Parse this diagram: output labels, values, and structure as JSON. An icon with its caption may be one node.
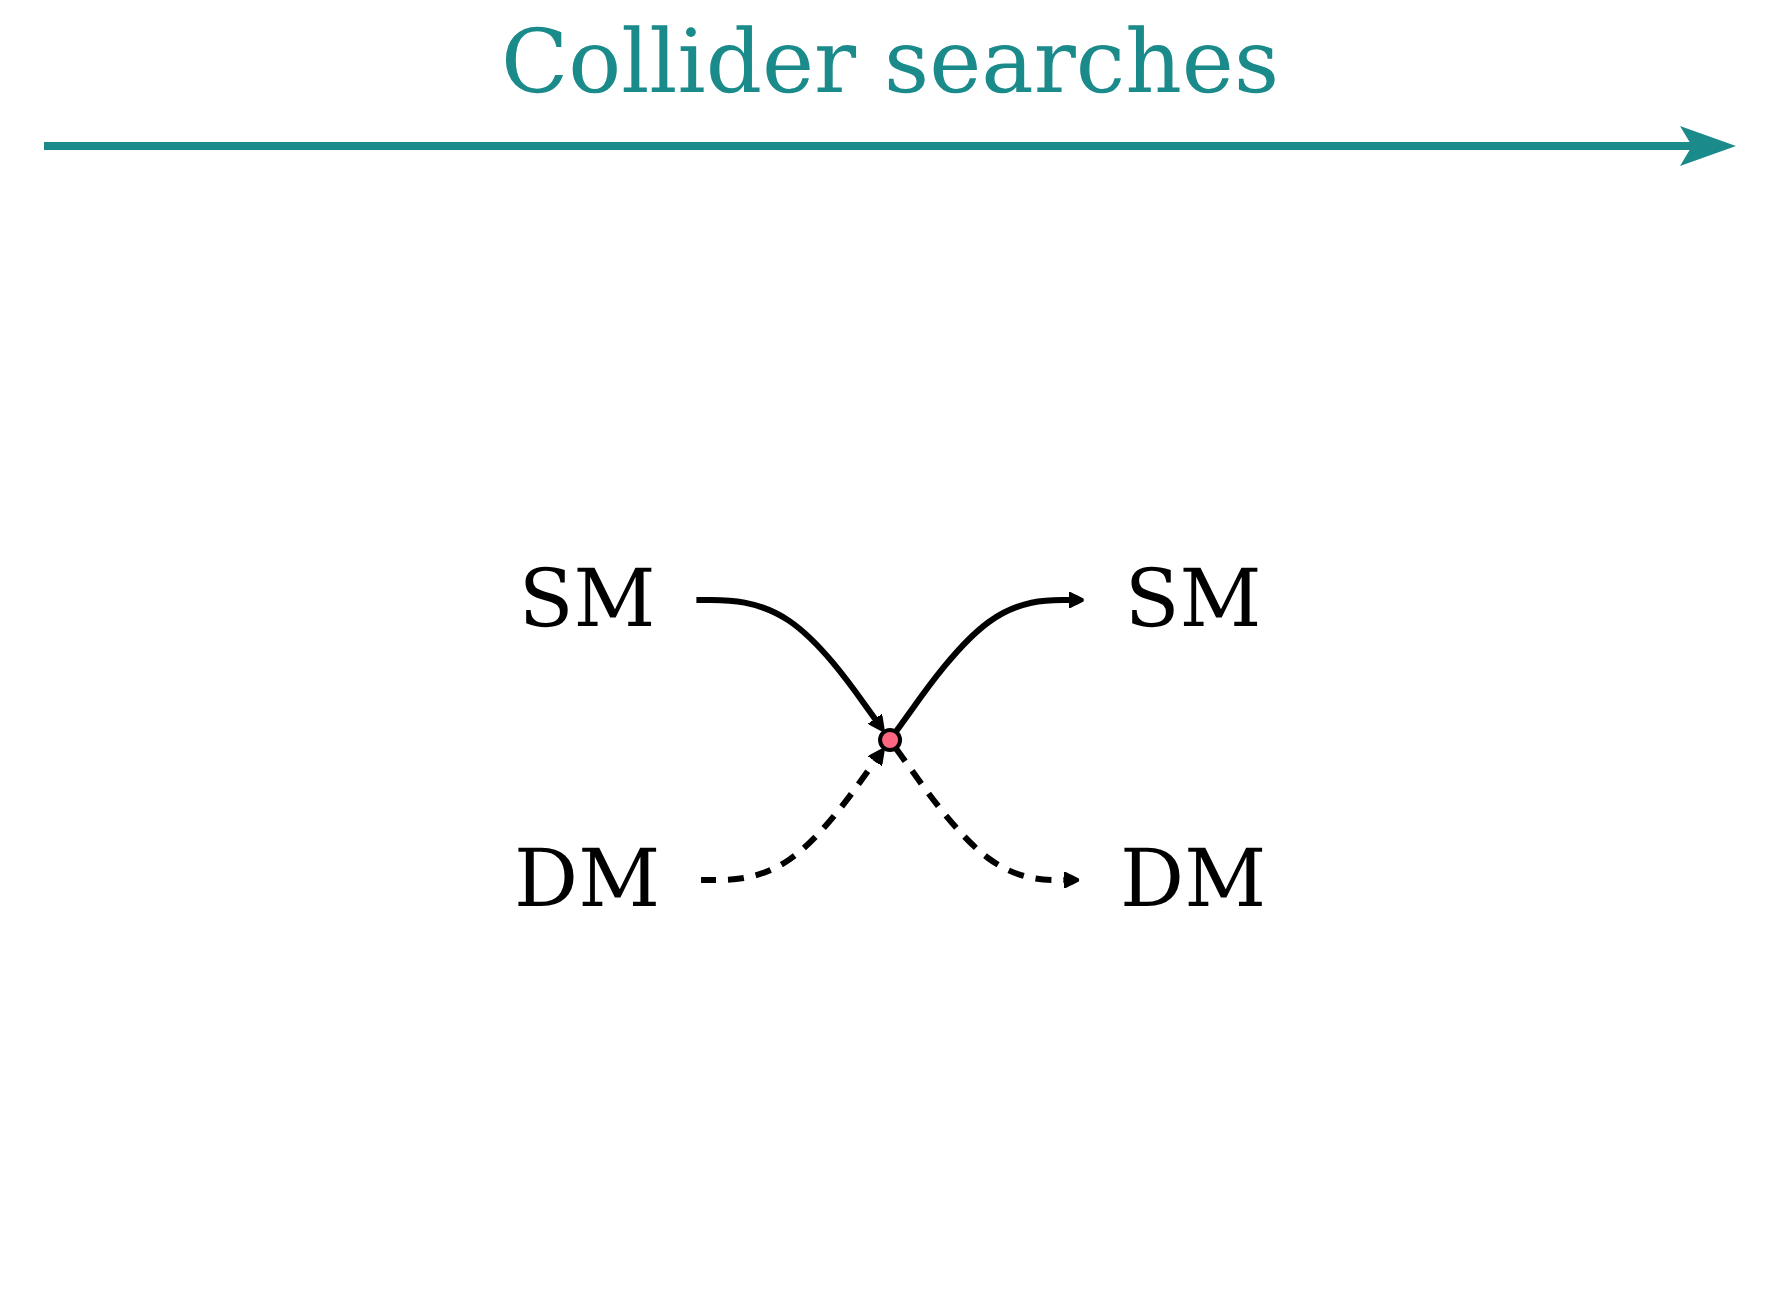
{
  "diagram": {
    "title": "Collider searches",
    "nodes": [
      {
        "text": [
          "SM"
        ]
      },
      {
        "text": [
          "DM"
        ]
      },
      {
        "text": [],
        "shape": "circle"
      },
      {
        "text": [
          "SM"
        ]
      },
      {
        "text": [
          "DM"
        ]
      }
    ],
    "edges": [
      {
        "from": 0,
        "to": 2,
        "arrow": "to"
      },
      {
        "from": 1,
        "to": 2,
        "arrow": "to",
        "style": "dashed"
      },
      {
        "from": 2,
        "to": 3,
        "arrow": "to"
      },
      {
        "from": 2,
        "to": 4,
        "arrow": "to",
        "style": "dashed"
      }
    ]
  }
}
